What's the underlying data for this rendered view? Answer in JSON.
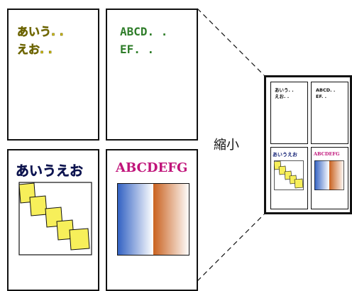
{
  "pages": {
    "top_left": {
      "line1": "あいう. .",
      "line2": "えお. ."
    },
    "top_right": {
      "line1": "ABCD. .",
      "line2": "EF. ."
    },
    "bottom_left": {
      "heading": "あいうえお"
    },
    "bottom_right": {
      "heading": "ABCDEFG"
    }
  },
  "label": "縮小",
  "mini": {
    "top_left": {
      "line1": "あいう. .",
      "line2": "えお. ."
    },
    "top_right": {
      "line1": "ABCD. .",
      "line2": "EF. ."
    },
    "bottom_left": {
      "heading": "あいうえお"
    },
    "bottom_right": {
      "heading": "ABCDEFG"
    }
  },
  "colors": {
    "yellow_text": "#d8c300",
    "green_text": "#2f7d2a",
    "navy_text": "#1c2a7a",
    "magenta_text": "#c0147a",
    "sticky_note": "#f7ef5a",
    "gradient_blue": "#2f5fc2",
    "gradient_orange": "#c9611f"
  }
}
